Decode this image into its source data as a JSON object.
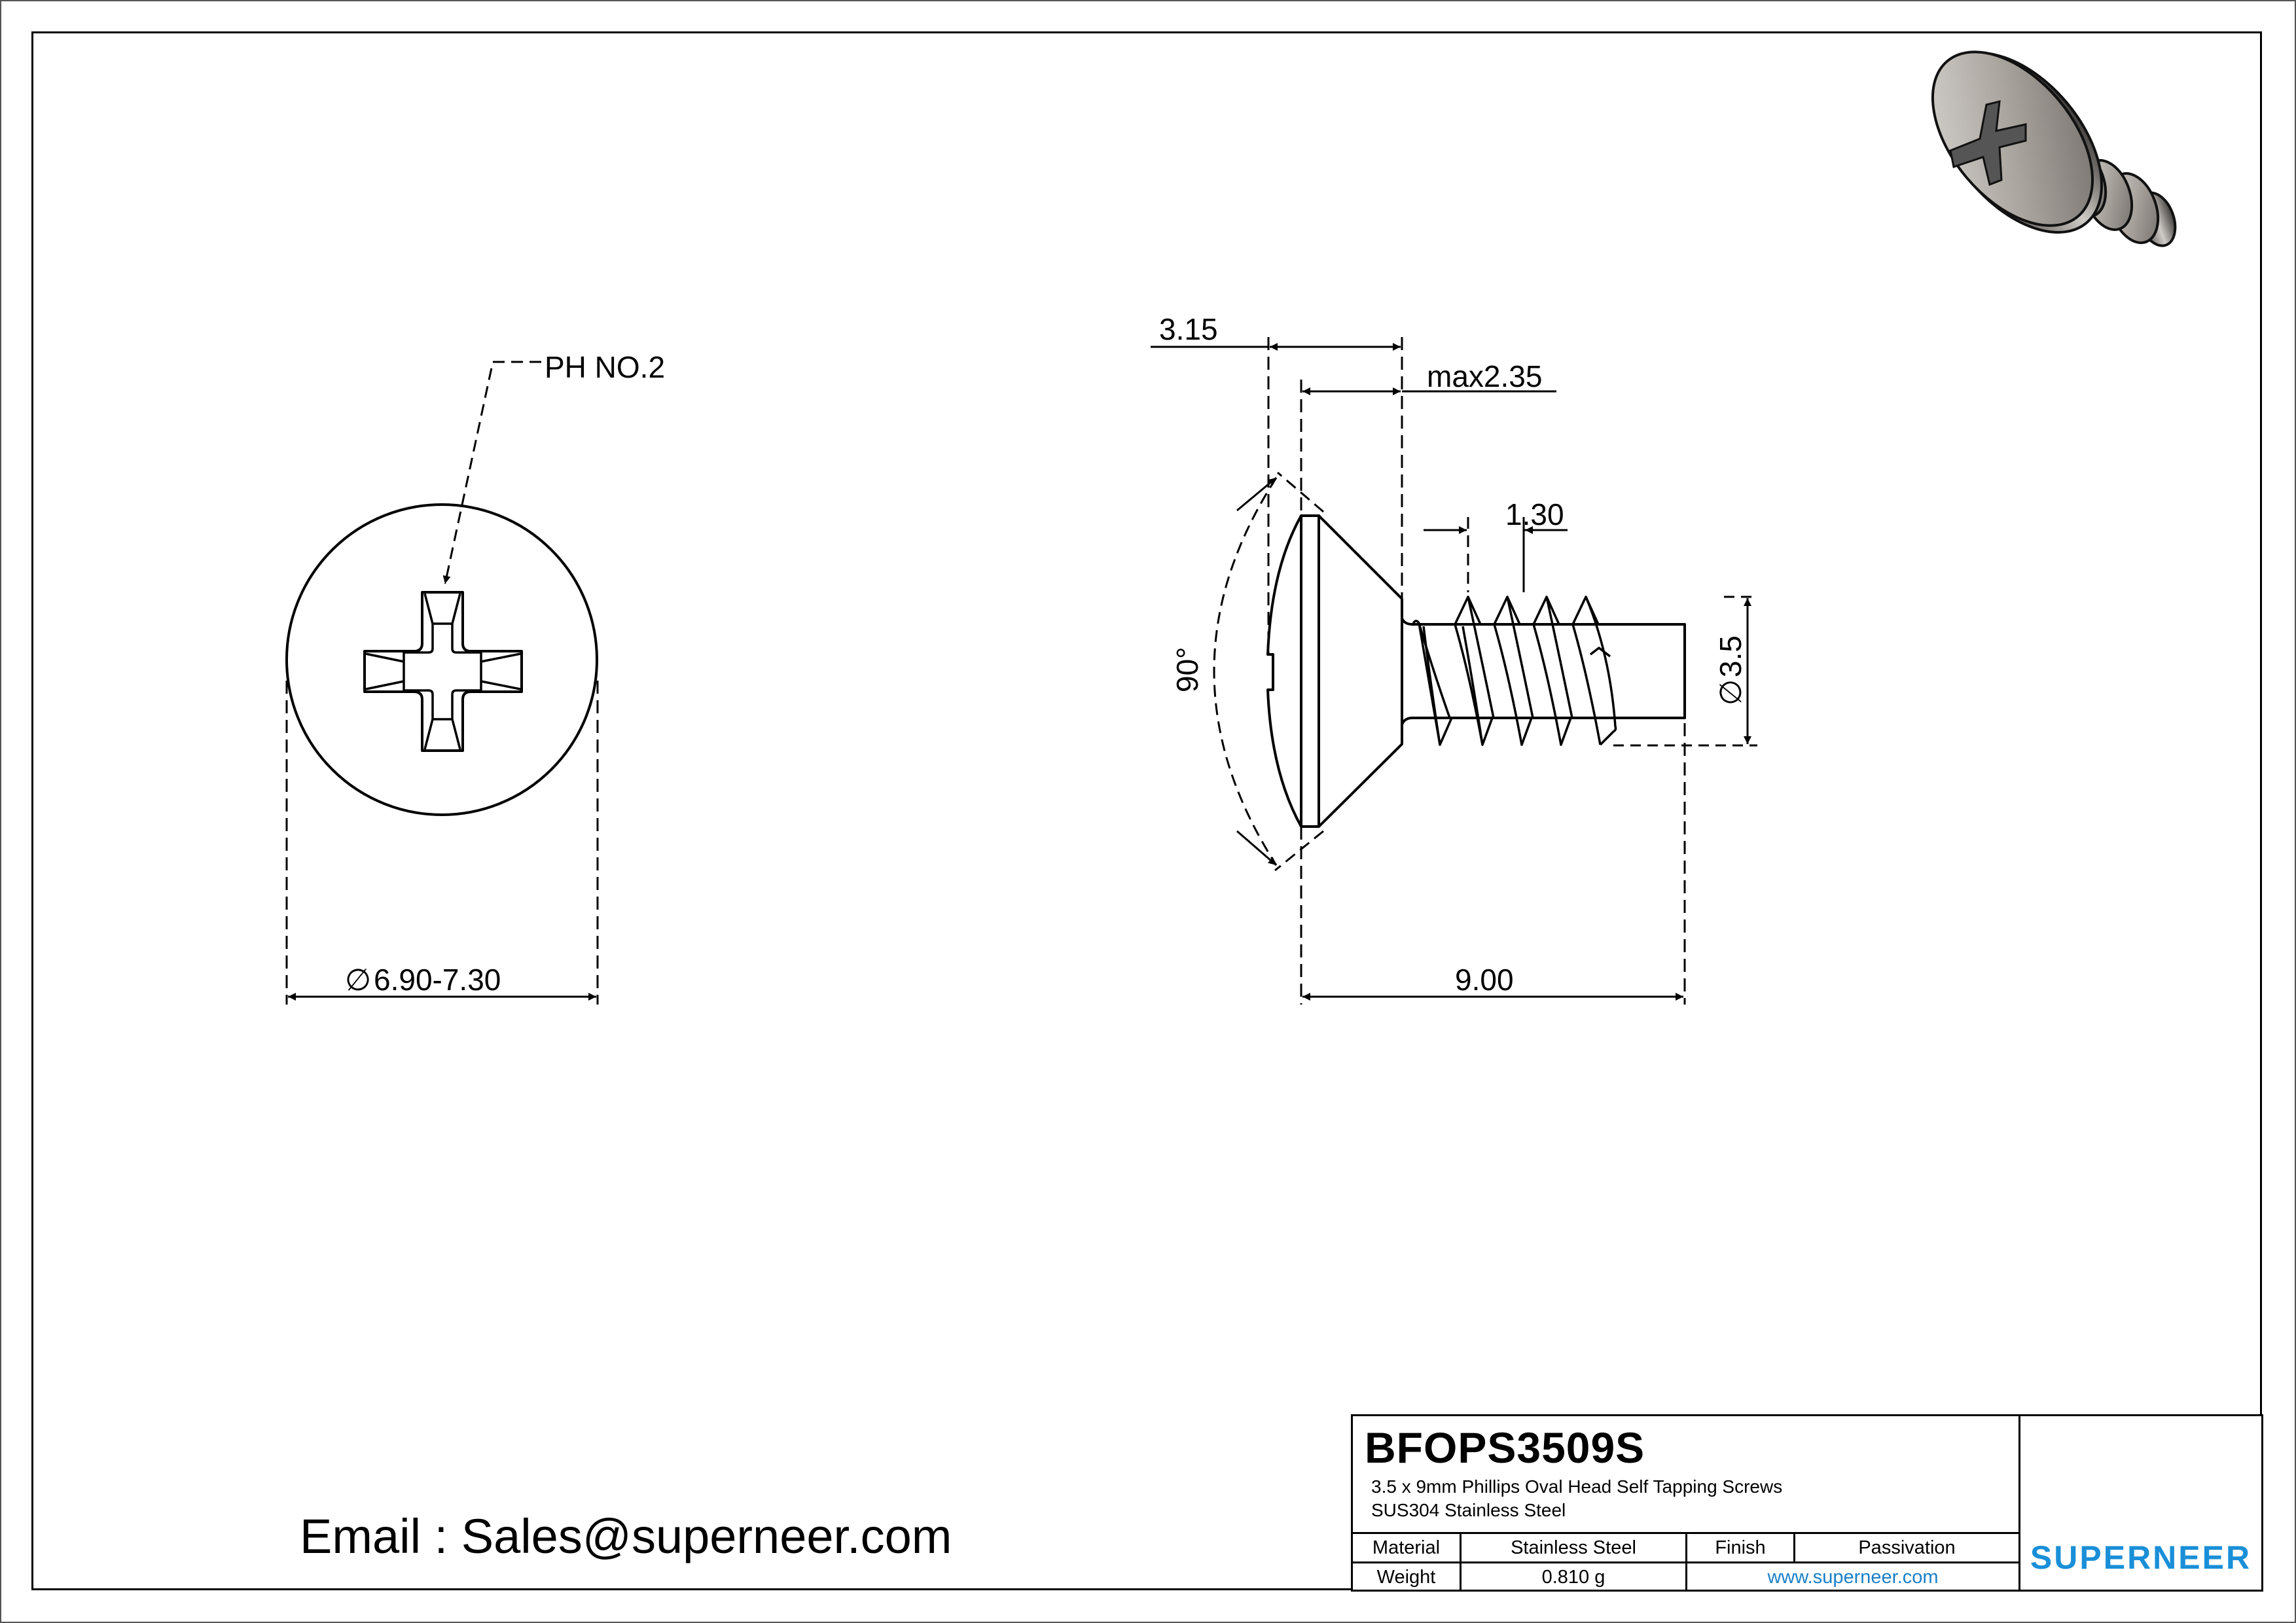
{
  "sheet": {
    "email_line": "Email : Sales@superneer.com"
  },
  "front_view": {
    "callout_label": "PH NO.2",
    "diameter_label": "⌀ 6.90-7.30",
    "diameter_symbol": "∅",
    "diameter_value": "6.90-7.30"
  },
  "side_view": {
    "dim_head_height": "3.15",
    "dim_head_max": "max2.35",
    "dim_pitch": "1.30",
    "dim_angle": "90°",
    "dim_thread_dia_symbol": "∅",
    "dim_thread_dia_value": "3.5",
    "dim_length": "9.00"
  },
  "title_block": {
    "part_number": "BFOPS3509S",
    "description_line1": "3.5 x 9mm Phillips Oval Head Self Tapping Screws",
    "description_line2": "SUS304 Stainless Steel",
    "rows": [
      {
        "label": "Material",
        "value": "Stainless Steel",
        "label2": "Finish",
        "value2": "Passivation"
      },
      {
        "label": "Weight",
        "value": "0.810 g",
        "link": "www.superneer.com"
      }
    ],
    "logo_text": "SUPERNEER",
    "logo_color": "#1a8fd8"
  },
  "colors": {
    "line": "#000000",
    "link": "#1a7fc8",
    "brand": "#1a8fd8"
  }
}
